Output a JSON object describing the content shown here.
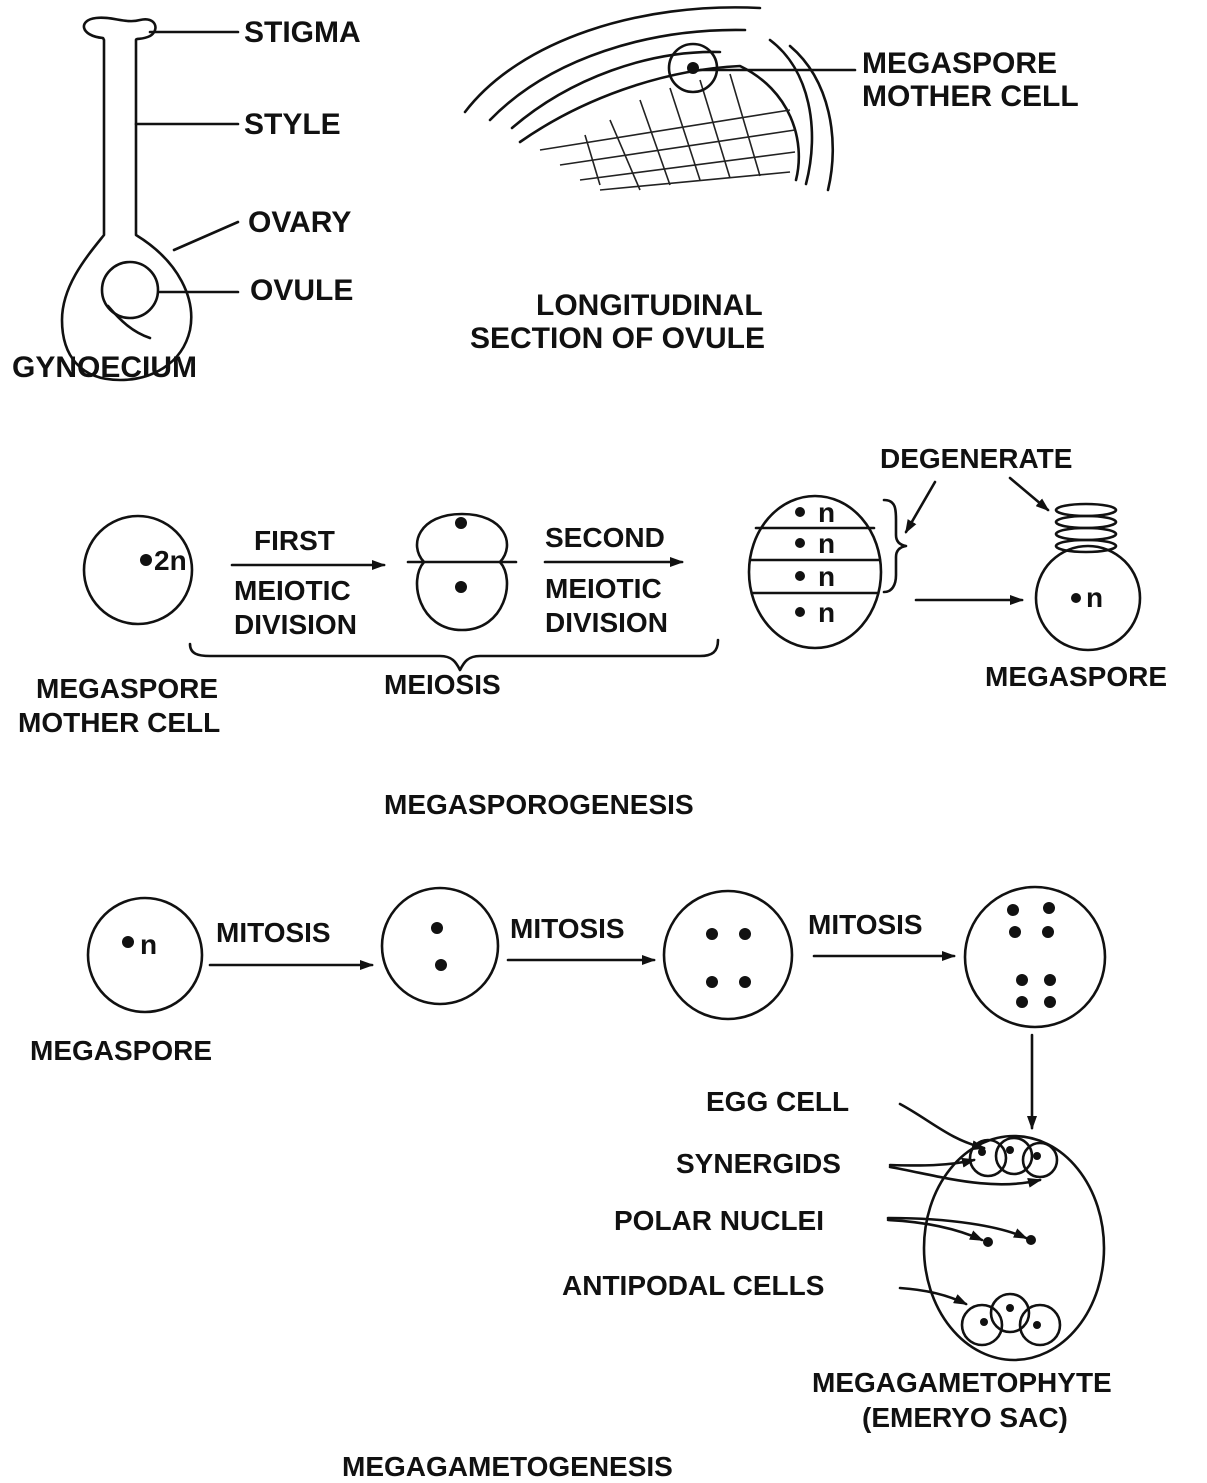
{
  "gynoecium": {
    "title": "GYNOECIUM",
    "labels": {
      "stigma": "STIGMA",
      "style": "STYLE",
      "ovary": "OVARY",
      "ovule": "OVULE"
    }
  },
  "ovule_section": {
    "caption_line1": "LONGITUDINAL",
    "caption_line2": "SECTION OF OVULE",
    "mmc_line1": "MEGASPORE",
    "mmc_line2": "MOTHER CELL"
  },
  "megasporogenesis": {
    "title": "MEGASPOROGENESIS",
    "mmc_nucleus": "2n",
    "mmc_line1": "MEGASPORE",
    "mmc_line2": "MOTHER CELL",
    "first_div_top": "FIRST",
    "first_div_line2": "MEIOTIC",
    "first_div_line3": "DIVISION",
    "second_div_top": "SECOND",
    "second_div_line2": "MEIOTIC",
    "second_div_line3": "DIVISION",
    "meiosis": "MEIOSIS",
    "haploid": "n",
    "degenerate": "DEGENERATE",
    "megaspore": "MEGASPORE"
  },
  "megagametogenesis": {
    "title": "MEGAGAMETOGENESIS",
    "megaspore": "MEGASPORE",
    "nucleus": "n",
    "mitosis": "MITOSIS",
    "egg_cell": "EGG CELL",
    "synergids": "SYNERGIDS",
    "polar_nuclei": "POLAR NUCLEI",
    "antipodal_cells": "ANTIPODAL CELLS",
    "product_line1": "MEGAGAMETOPHYTE",
    "product_line2": "(EMERYO SAC)"
  }
}
